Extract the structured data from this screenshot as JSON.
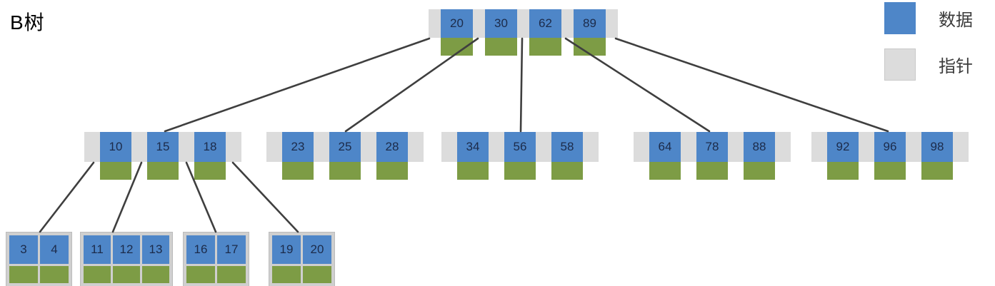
{
  "title": {
    "text": "B树"
  },
  "legend": {
    "items": [
      {
        "label": "数据",
        "meaning": "data-cell",
        "color": "#4e86c8"
      },
      {
        "label": "指针",
        "meaning": "pointer-cell",
        "color": "#dcdcdc"
      }
    ]
  },
  "colors": {
    "data_cell": "#4e86c8",
    "pointer_bar": "#dcdcdc",
    "child_pointer_cell": "#7d9c45",
    "edge": "#3f3f3f",
    "key_text": "#1c2b4a"
  },
  "tree": {
    "root": {
      "keys": [
        "20",
        "30",
        "62",
        "89"
      ]
    },
    "internal": [
      {
        "keys": [
          "10",
          "15",
          "18"
        ]
      },
      {
        "keys": [
          "23",
          "25",
          "28"
        ]
      },
      {
        "keys": [
          "34",
          "56",
          "58"
        ]
      },
      {
        "keys": [
          "64",
          "78",
          "88"
        ]
      },
      {
        "keys": [
          "92",
          "96",
          "98"
        ]
      }
    ],
    "leaves": [
      {
        "keys": [
          "3",
          "4"
        ]
      },
      {
        "keys": [
          "11",
          "12",
          "13"
        ]
      },
      {
        "keys": [
          "16",
          "17"
        ]
      },
      {
        "keys": [
          "19",
          "20"
        ]
      }
    ],
    "structure": {
      "root_children": [
        "internal-0",
        "internal-1",
        "internal-2",
        "internal-3",
        "internal-4"
      ],
      "internal_0_children": [
        "leaf-0",
        "leaf-1",
        "leaf-2",
        "leaf-3"
      ]
    }
  }
}
